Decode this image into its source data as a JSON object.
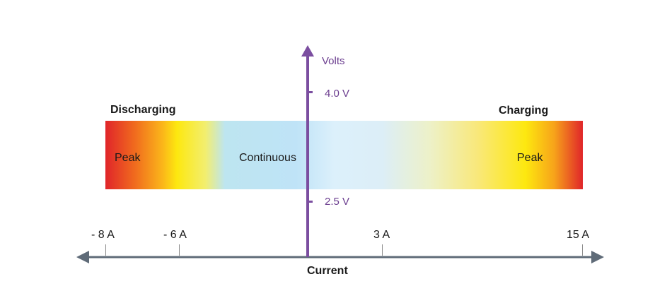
{
  "labels": {
    "discharging": "Discharging",
    "charging": "Charging",
    "peak_left": "Peak",
    "continuous": "Continuous",
    "peak_right": "Peak",
    "volts": "Volts",
    "v_high": "4.0 V",
    "v_low": "2.5 V",
    "current": "Current"
  },
  "current_ticks": [
    "- 8 A",
    "- 6 A",
    "3 A",
    "15 A"
  ],
  "colors": {
    "axis_vertical": "#7b4ea0",
    "axis_horizontal": "#5f6b78",
    "peak": "#e0252a",
    "warm": "#fde80f",
    "continuous": "#bfe3f7"
  }
}
